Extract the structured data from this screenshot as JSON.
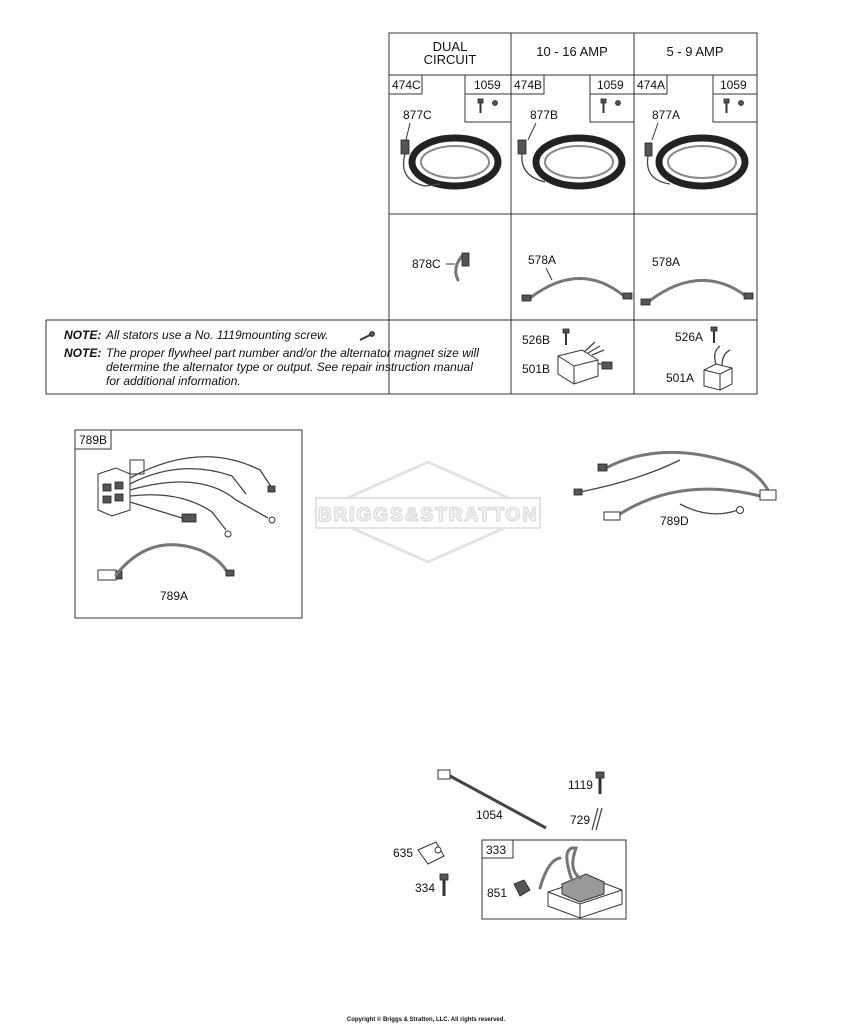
{
  "table": {
    "col1_header_line1": "DUAL",
    "col1_header_line2": "CIRCUIT",
    "col2_header": "10 - 16 AMP",
    "col3_header": "5 - 9 AMP",
    "col1_kit": "474C",
    "col2_kit": "474B",
    "col3_kit": "474A",
    "screw_kit": "1059",
    "stator_c": "877C",
    "stator_b": "877B",
    "stator_a": "877A",
    "lead_c": "878C",
    "lead_b": "578A",
    "lead_a": "578A",
    "screw_b": "526B",
    "screw_a": "526A",
    "regulator_b": "501B",
    "regulator_a": "501A"
  },
  "notes": {
    "label1": "NOTE:",
    "text1": "All stators use a No. 1119mounting screw.",
    "label2": "NOTE:",
    "text2_line1": "The proper flywheel part number and/or the alternator magnet size will",
    "text2_line2": "determine the alternator type or output. See repair instruction manual",
    "text2_line3": "for additional information."
  },
  "harness": {
    "box_label": "789B",
    "lower_label": "789A",
    "right_label": "789D"
  },
  "watermark": "BRIGGS&STRATTON",
  "lower": {
    "tie": "1054",
    "screw1119": "1119",
    "pin": "729",
    "clip": "635",
    "screw334": "334",
    "module_box": "333",
    "module_clip": "851"
  },
  "copyright": "Copyright © Briggs & Stratton, LLC. All rights reserved."
}
